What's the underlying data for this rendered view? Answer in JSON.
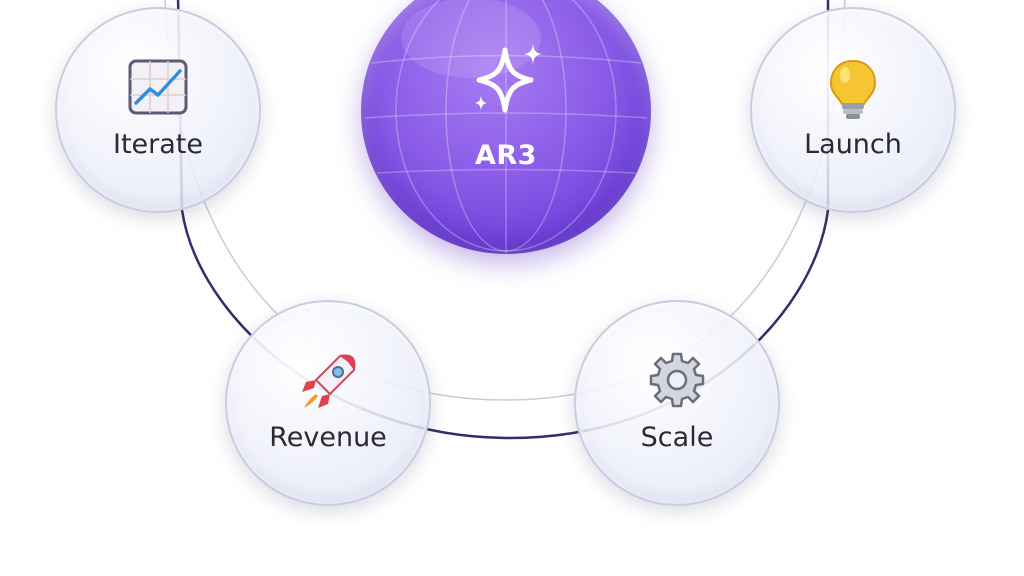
{
  "hub": {
    "label": "AR3",
    "icon": "sparkle-icon",
    "color": "#7b4fe0"
  },
  "nodes": [
    {
      "label": "Iterate",
      "icon": "line-chart-icon"
    },
    {
      "label": "Launch",
      "icon": "lightbulb-icon"
    },
    {
      "label": "Revenue",
      "icon": "rocket-icon"
    },
    {
      "label": "Scale",
      "icon": "gear-icon"
    }
  ],
  "colors": {
    "connector": "#3b2a66",
    "node_border": "#c9cde0",
    "label_text": "#2a2a33"
  }
}
